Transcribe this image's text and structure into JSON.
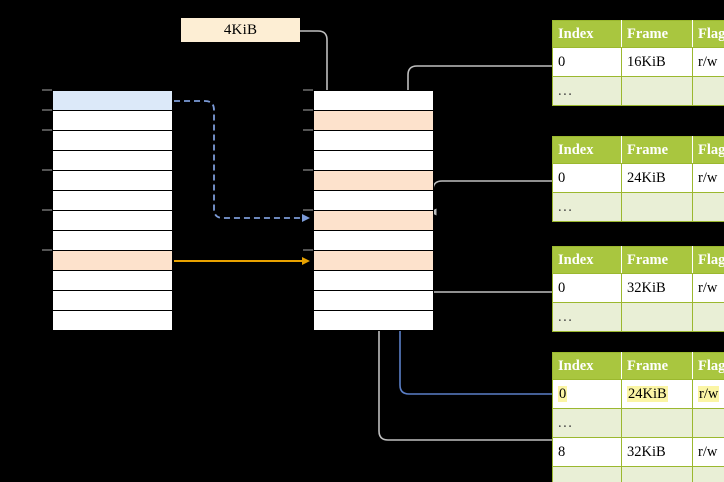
{
  "diagram": {
    "title_box": {
      "label": "4KiB",
      "bg": "#FDEED4"
    },
    "colors": {
      "header_green": "#A9C63F",
      "ellipsis_green": "#E9EFD6",
      "highlight_yellow": "#FBF5A5",
      "peach": "#FDE2CC",
      "blue": "#DCE9F9",
      "orange_arrow": "#E8A200",
      "blue_arrow": "#6E8FD4",
      "gray_arrow": "#B8B8B8"
    }
  },
  "left_column": {
    "name": "virtual-address-space",
    "row_count": 12,
    "rows": [
      {
        "fill": "blue"
      },
      {
        "fill": "white"
      },
      {
        "fill": "white"
      },
      {
        "fill": "white"
      },
      {
        "fill": "white"
      },
      {
        "fill": "white"
      },
      {
        "fill": "white"
      },
      {
        "fill": "white"
      },
      {
        "fill": "peach"
      },
      {
        "fill": "white"
      },
      {
        "fill": "white"
      },
      {
        "fill": "white"
      }
    ]
  },
  "middle_column": {
    "name": "physical-address-space",
    "row_count": 12,
    "rows": [
      {
        "fill": "white"
      },
      {
        "fill": "peach"
      },
      {
        "fill": "white"
      },
      {
        "fill": "white"
      },
      {
        "fill": "peach"
      },
      {
        "fill": "white"
      },
      {
        "fill": "peach"
      },
      {
        "fill": "white"
      },
      {
        "fill": "peach"
      },
      {
        "fill": "white"
      },
      {
        "fill": "white"
      },
      {
        "fill": "white"
      }
    ]
  },
  "page_tables": [
    {
      "id": "page-table-1",
      "headers": [
        "Index",
        "Frame",
        "Flags"
      ],
      "rows": [
        {
          "type": "data",
          "index": "0",
          "frame": "16KiB",
          "flags": "r/w",
          "highlight": {
            "index": false,
            "frame": false,
            "flags": false
          }
        },
        {
          "type": "ellipsis",
          "index": "...",
          "frame": "",
          "flags": ""
        }
      ]
    },
    {
      "id": "page-table-2",
      "headers": [
        "Index",
        "Frame",
        "Flags"
      ],
      "rows": [
        {
          "type": "data",
          "index": "0",
          "frame": "24KiB",
          "flags": "r/w",
          "highlight": {
            "index": false,
            "frame": false,
            "flags": false
          }
        },
        {
          "type": "ellipsis",
          "index": "...",
          "frame": "",
          "flags": ""
        }
      ]
    },
    {
      "id": "page-table-3",
      "headers": [
        "Index",
        "Frame",
        "Flags"
      ],
      "rows": [
        {
          "type": "data",
          "index": "0",
          "frame": "32KiB",
          "flags": "r/w",
          "highlight": {
            "index": false,
            "frame": false,
            "flags": false
          }
        },
        {
          "type": "ellipsis",
          "index": "...",
          "frame": "",
          "flags": ""
        }
      ]
    },
    {
      "id": "page-table-4",
      "headers": [
        "Index",
        "Frame",
        "Flags"
      ],
      "rows": [
        {
          "type": "data",
          "index": "0",
          "frame": "24KiB",
          "flags": "r/w",
          "highlight": {
            "index": true,
            "frame": true,
            "flags": true
          }
        },
        {
          "type": "ellipsis",
          "index": "...",
          "frame": "",
          "flags": ""
        },
        {
          "type": "data",
          "index": "8",
          "frame": "32KiB",
          "flags": "r/w",
          "highlight": {
            "index": false,
            "frame": false,
            "flags": false
          }
        },
        {
          "type": "ellipsis",
          "index": "...",
          "frame": "",
          "flags": ""
        }
      ]
    }
  ]
}
